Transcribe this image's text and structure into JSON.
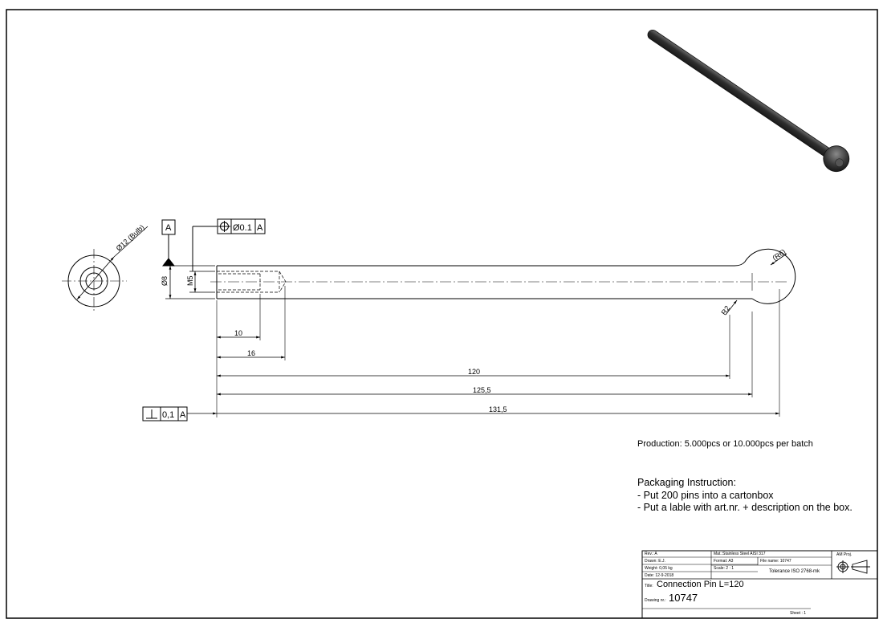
{
  "drawing": {
    "datum_label": "A",
    "fcf_position": {
      "symbol": "position-icon",
      "tolerance": "Ø0.1",
      "datum": "A"
    },
    "fcf_perpendicularity": {
      "symbol": "perpendicularity-icon",
      "tolerance": "0,1",
      "datum": "A"
    },
    "dimensions": {
      "bulb_dia": "Ø12 (Bulb)",
      "shaft_dia": "Ø8",
      "thread": "M5",
      "radius_end": "(R6)",
      "radius_fillet": "R2",
      "thread_depth": "10",
      "hole_depth": "16",
      "len_120": "120",
      "len_125_5": "125,5",
      "len_131_5": "131,5"
    }
  },
  "notes": {
    "production": "Production:  5.000pcs or 10.000pcs per batch",
    "packaging_title": "Packaging Instruction:",
    "packaging_line1": "- Put 200 pins into a cartonbox",
    "packaging_line2": "- Put a lable with art.nr. + description on the box."
  },
  "title_block": {
    "rev": "Rev.: A",
    "drawn": "Drawn:  E.J.",
    "weight": "Weight:  0,05 kg",
    "date": "Date:    12-9-2018",
    "material": "Mat.:Stainless Steel AISI 317",
    "format": "Format:  A3",
    "scale": "Scale:  2 : 1",
    "file_name": "File name: 10747",
    "tolerance": "Tolerance ISO 2768-mk",
    "projection_label": "AM Proj.",
    "title_label": "Title:",
    "title": "Connection Pin L=120",
    "drawing_nr_label": "Drawing nr.:",
    "drawing_nr": "10747",
    "sheet": "Sheet : 1"
  },
  "colors": {
    "line": "#000000",
    "part_render": "#3c3c3c"
  }
}
